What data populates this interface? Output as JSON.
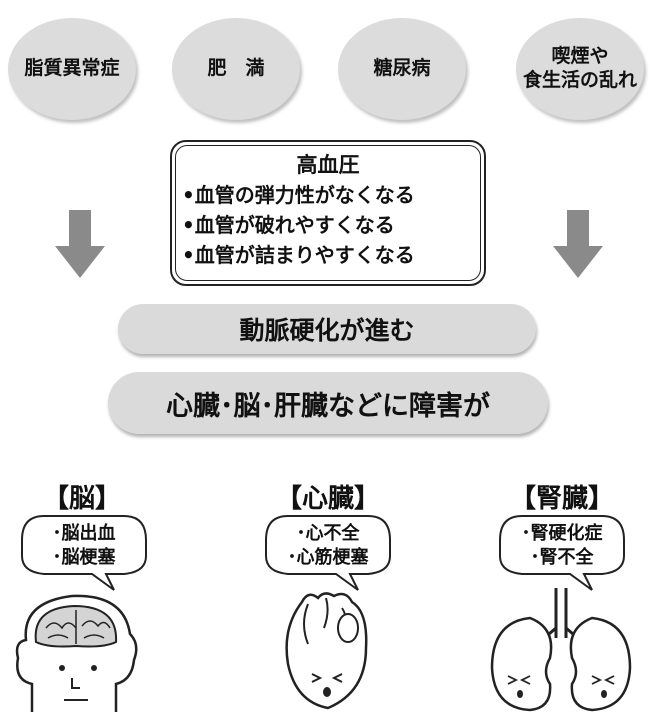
{
  "risk_factors": [
    {
      "label": "脂質異常症"
    },
    {
      "label": "肥　満"
    },
    {
      "label": "糖尿病"
    },
    {
      "label": "喫煙や\n食生活の乱れ"
    }
  ],
  "hypertension": {
    "title": "高血圧",
    "items": [
      "•血管の弾力性がなくなる",
      "•血管が破れやすくなる",
      "•血管が詰まりやすくなる"
    ]
  },
  "steps": {
    "arteriosclerosis": "動脈硬化が進む",
    "organ_damage": "心臓･脳･肝臓などに障害が"
  },
  "organs": [
    {
      "title": "【脳】",
      "diseases": "･脳出血\n･脳梗塞",
      "icon": "brain-head-icon"
    },
    {
      "title": "【心臓】",
      "diseases": "･心不全\n･心筋梗塞",
      "icon": "heart-icon"
    },
    {
      "title": "【腎臓】",
      "diseases": "･腎硬化症\n･腎不全",
      "icon": "kidneys-icon"
    }
  ],
  "colors": {
    "pill_gray": "#dadada",
    "circle_gray": "#dcdcdc",
    "arrow_gray": "#8a8a8a",
    "outline": "#222222"
  }
}
